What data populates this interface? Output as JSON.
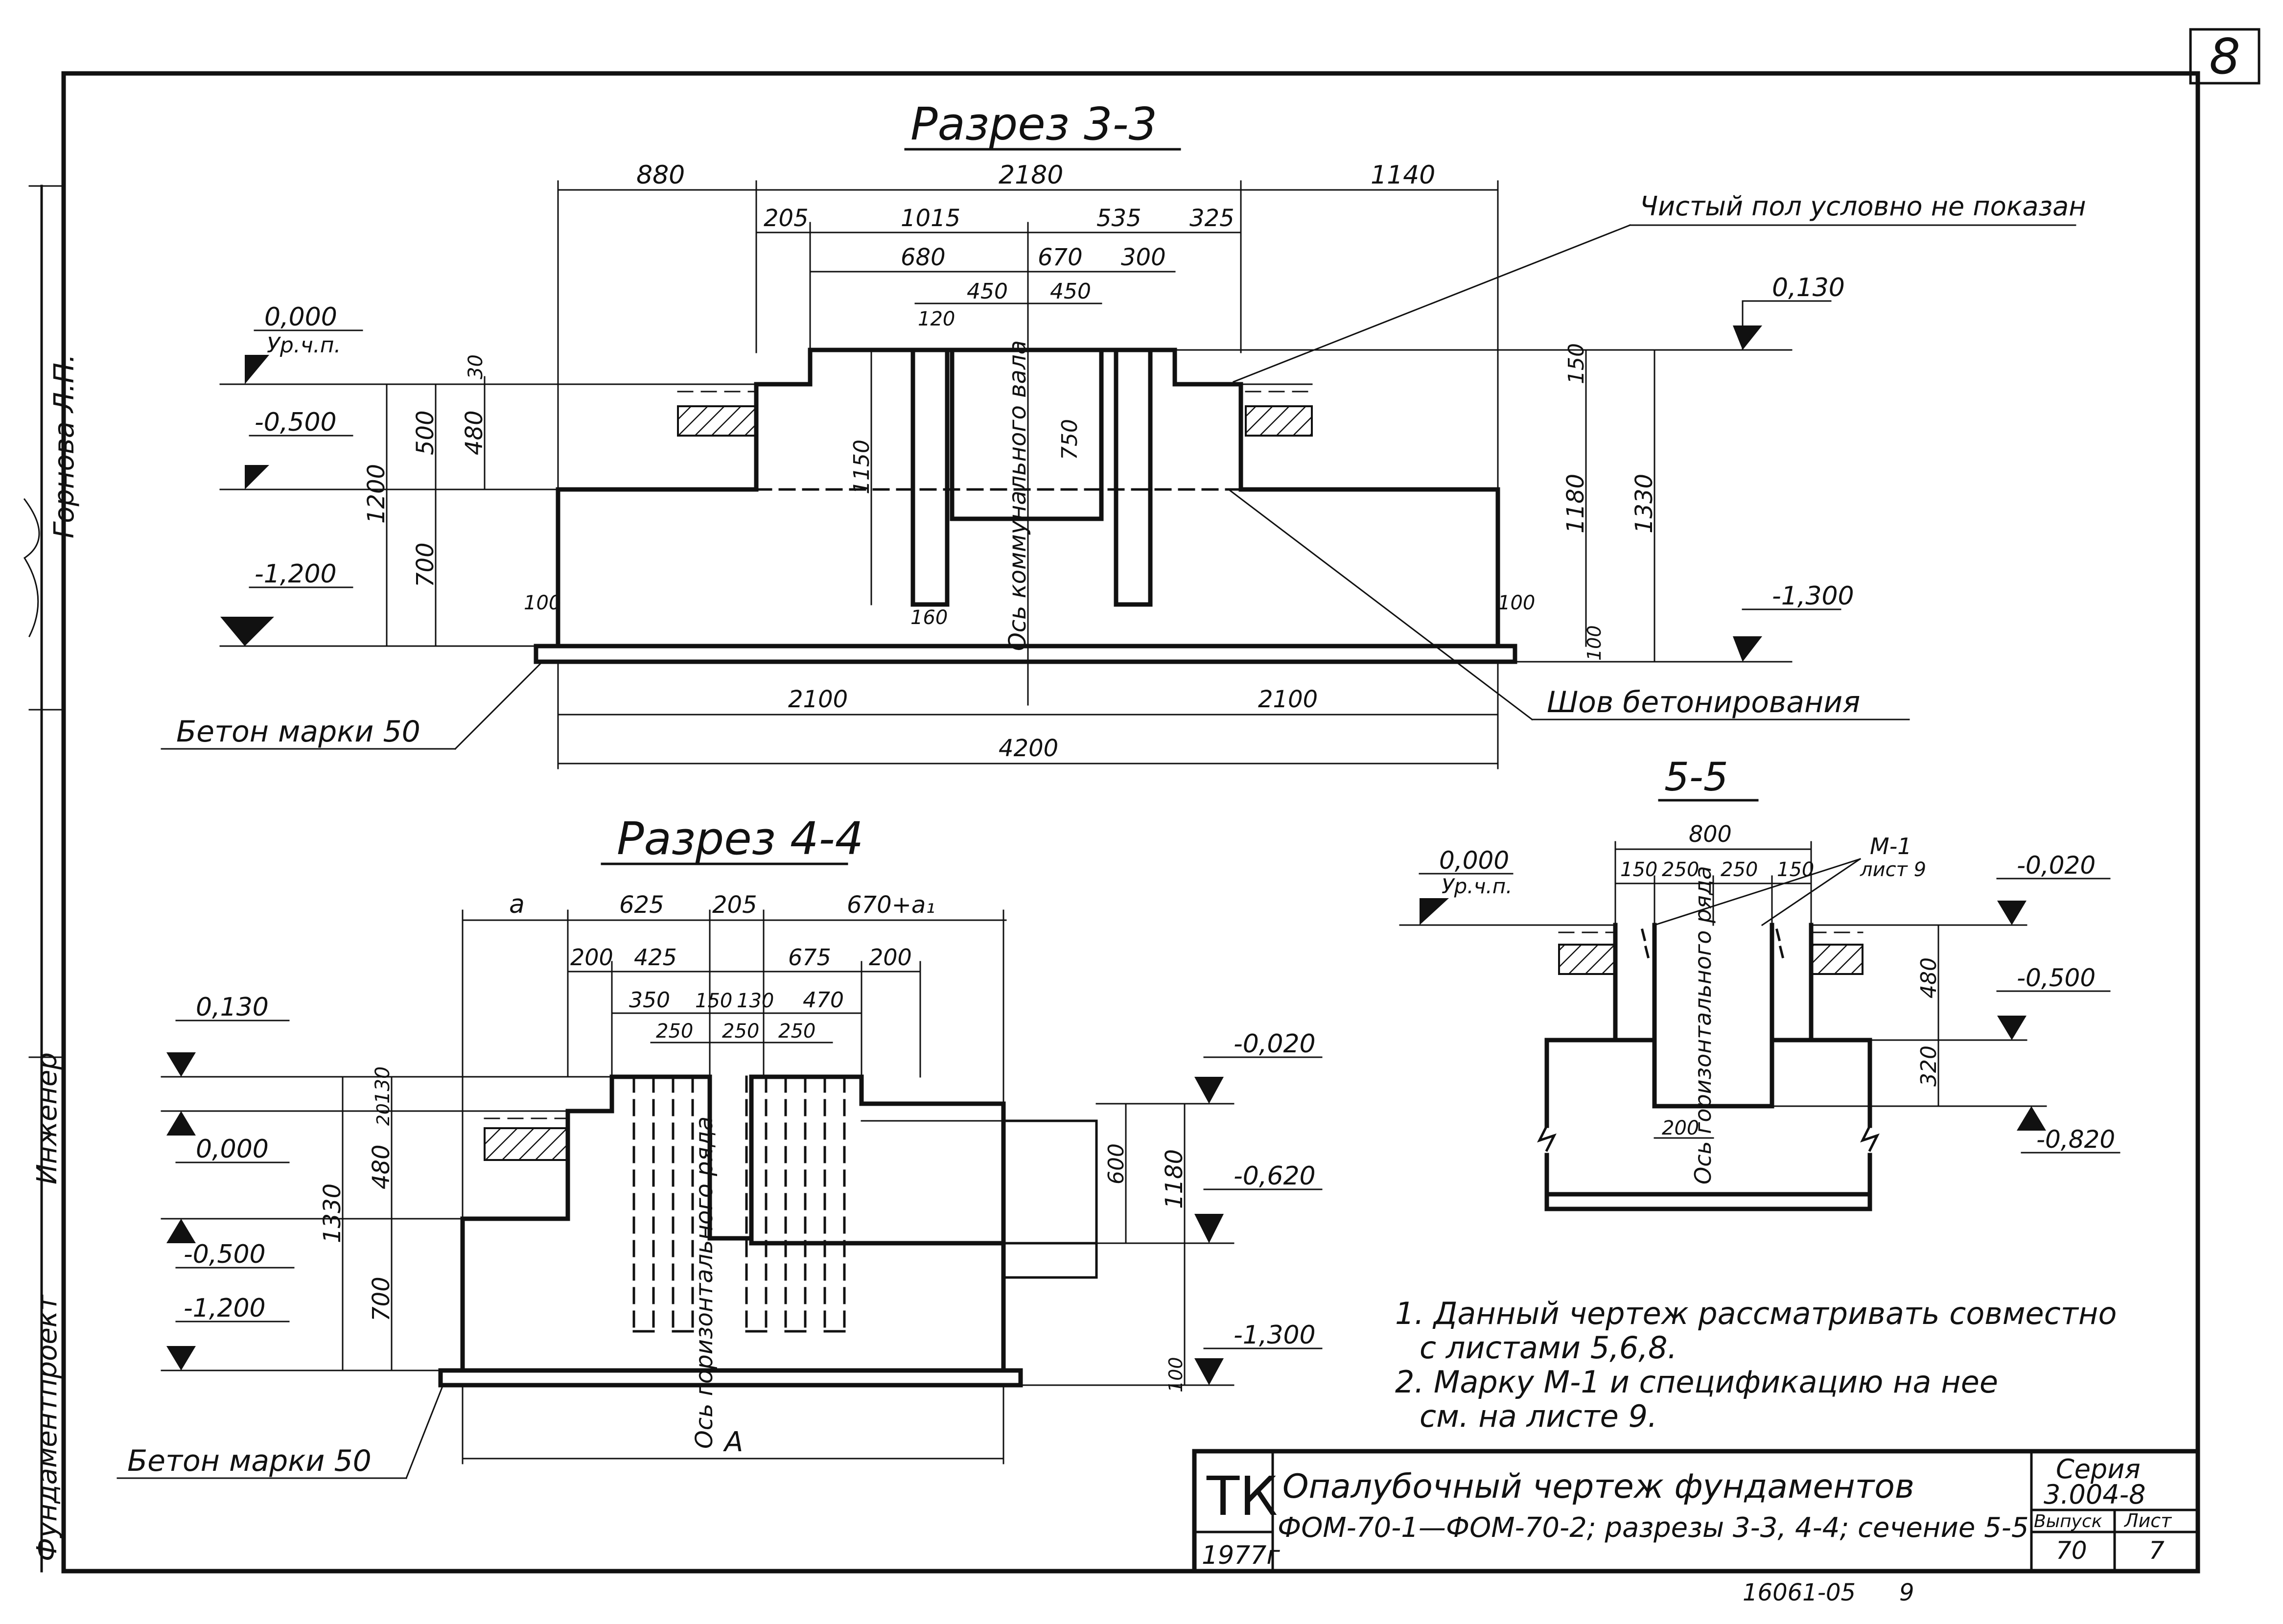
{
  "sheet": {
    "corner_number": "8",
    "side_stamp": [
      "Фундаментпроект",
      "Инженер",
      "Горнова Л.П."
    ]
  },
  "section_3_3": {
    "title": "Разрез 3-3",
    "dims_top": [
      "880",
      "2180",
      "1140"
    ],
    "dims_row2": [
      "205",
      "1015",
      "535",
      "325"
    ],
    "dims_row3": [
      "680",
      "670",
      "300"
    ],
    "dims_row4": [
      "450",
      "450",
      "120"
    ],
    "level_left": [
      "0,000",
      "Ур.ч.п.",
      "-0,500",
      "-1,200"
    ],
    "level_right": [
      "0,130",
      "-1,300"
    ],
    "dims_left_vertical": [
      "500",
      "480",
      "30",
      "1200",
      "700"
    ],
    "dims_inner": [
      "1150",
      "750",
      "160",
      "100",
      "100"
    ],
    "dims_right_vertical": [
      "150",
      "1180",
      "1330",
      "100"
    ],
    "axis_label": "Ось коммунального вала",
    "dims_bottom": [
      "2100",
      "2100",
      "4200"
    ],
    "note_floor": "Чистый пол условно не показан",
    "note_seam": "Шов бетонирования",
    "note_concrete": "Бетон марки 50"
  },
  "section_4_4": {
    "title": "Разрез 4-4",
    "dims_top": [
      "a",
      "625",
      "205",
      "670+a₁"
    ],
    "dims_row2": [
      "200",
      "425",
      "675",
      "200"
    ],
    "dims_row3": [
      "350",
      "150",
      "130",
      "470"
    ],
    "dims_row4": [
      "250",
      "250",
      "250"
    ],
    "level_left": [
      "0,130",
      "0,000",
      "-0,500",
      "-1,200"
    ],
    "level_right": [
      "-0,020",
      "-0,620",
      "-1,300"
    ],
    "dims_left_vertical": [
      "1330",
      "130",
      "20",
      "480",
      "700"
    ],
    "dims_right_vertical": [
      "600",
      "1180",
      "100"
    ],
    "axis_label": "Ось горизонтального ряда",
    "dim_bottom": "A",
    "note_concrete": "Бетон марки 50"
  },
  "section_5_5": {
    "title": "5-5",
    "dims_top": [
      "800",
      "150",
      "250",
      "250",
      "150"
    ],
    "part_label": [
      "М-1",
      "лист 9"
    ],
    "level_left": [
      "0,000",
      "Ур.ч.п."
    ],
    "level_right": [
      "-0,020",
      "-0,500",
      "-0,820"
    ],
    "dims_vertical": [
      "480",
      "320"
    ],
    "dim_inner": "200",
    "axis_label": "Ось горизонтального ряда"
  },
  "notes": [
    "1. Данный чертеж рассматривать совместно",
    "с листами 5,6,8.",
    "2. Марку М-1 и спецификацию на нее",
    "см. на листе 9."
  ],
  "title_block": {
    "org": "ТК",
    "year": "1977г",
    "title_line1": "Опалубочный чертеж фундаментов",
    "title_line2": "ФОМ-70-1—ФОМ-70-2; разрезы 3-3, 4-4; сечение 5-5",
    "series_label": "Серия",
    "series_value": "3.004-8",
    "issue_label": "Выпуск",
    "issue_value": "70",
    "sheet_label": "Лист",
    "sheet_value": "7"
  },
  "footer": {
    "archive_no": "16061-05",
    "page": "9"
  }
}
